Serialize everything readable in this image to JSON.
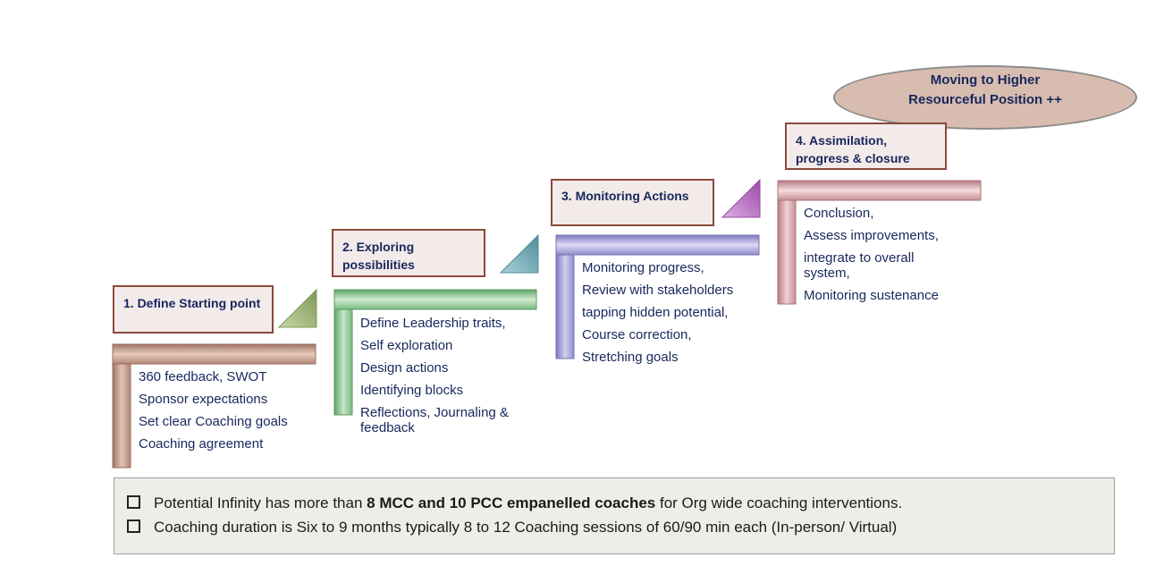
{
  "goal": {
    "line1": "Moving to Higher",
    "line2": "Resourceful Position ++"
  },
  "stages": [
    {
      "title": "1. Define Starting point",
      "items": [
        "360 feedback, SWOT",
        "Sponsor expectations",
        "Set clear Coaching goals",
        "Coaching agreement"
      ],
      "color": "#b98f80"
    },
    {
      "title": "2. Exploring possibilities",
      "items": [
        "Define Leadership traits,",
        "Self exploration",
        "Design actions",
        "Identifying blocks",
        "Reflections, Journaling & feedback"
      ],
      "color": "#8cc190"
    },
    {
      "title": "3. Monitoring Actions",
      "items": [
        "Monitoring progress,",
        "Review with stakeholders",
        "tapping hidden potential,",
        "Course correction,",
        "Stretching goals"
      ],
      "color": "#9d98d3"
    },
    {
      "title": "4. Assimilation, progress & closure",
      "items": [
        "Conclusion,",
        "Assess improvements,",
        "integrate to overall system,",
        "Monitoring sustenance"
      ],
      "color": "#d3a2a7"
    }
  ],
  "notes": [
    {
      "pre": "Potential Infinity has more than ",
      "bold": "8 MCC and 10 PCC empanelled coaches",
      "post": " for Org wide coaching interventions."
    },
    {
      "pre": "Coaching duration is Six  to 9 months typically  8 to 12 Coaching sessions of 60/90 min each (In-person/ Virtual)",
      "bold": "",
      "post": ""
    }
  ],
  "colors": {
    "text": "#17275c",
    "box_border": "#8a4a3c",
    "box_fill": "#f3eaea",
    "tri1": "#9db47a",
    "tri2": "#6aa8b4",
    "tri3": "#b56cc0"
  }
}
